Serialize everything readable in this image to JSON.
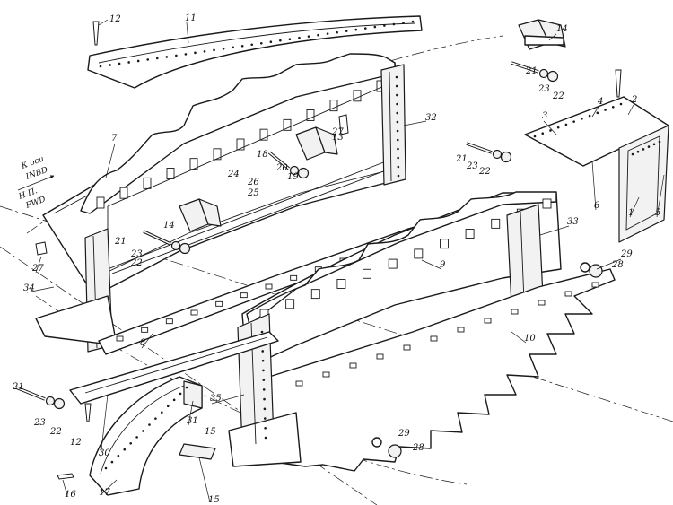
{
  "direction_notes": {
    "inbd_ru_line1": "К оси",
    "inbd_ru_line2": "INBD",
    "fwd_ru_line1": "Н.П.",
    "fwd_ru_line2": "FWD"
  },
  "callouts": {
    "c1": "1",
    "c2": "2",
    "c3": "3",
    "c4": "4",
    "c5": "5",
    "c6": "6",
    "c7": "7",
    "c8": "8",
    "c9": "9",
    "c10": "10",
    "c11": "11",
    "c12a": "12",
    "c12b": "12",
    "c13": "13",
    "c14a": "14",
    "c14b": "14",
    "c15a": "15",
    "c15b": "15",
    "c16": "16",
    "c17": "17",
    "c18": "18",
    "c19": "19",
    "c20": "20",
    "c21a": "21",
    "c21b": "21",
    "c21c": "21",
    "c21d": "21",
    "c22a": "22",
    "c22b": "22",
    "c22c": "22",
    "c22d": "22",
    "c23a": "23",
    "c23b": "23",
    "c23c": "23",
    "c23d": "23",
    "c24": "24",
    "c25": "25",
    "c26": "26",
    "c27a": "27",
    "c27b": "27",
    "c28a": "28",
    "c28b": "28",
    "c29a": "29",
    "c29b": "29",
    "c30": "30",
    "c31": "31",
    "c32": "32",
    "c33": "33",
    "c34": "34",
    "c35": "35"
  }
}
